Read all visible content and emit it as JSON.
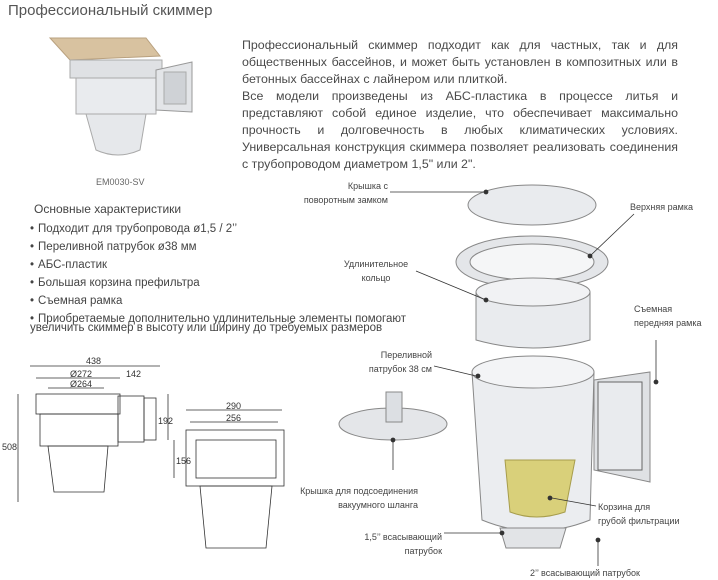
{
  "header": {
    "title": "Профессиональный скиммер"
  },
  "description": {
    "p1": "Профессиональный скиммер подходит как для частных, так и для общественных бассейнов, и может быть установлен в композитных или в бетонных бассейнах с лайнером или плиткой.",
    "p2": "Все модели произведены из АБС-пластика в процессе литья и представляют собой единое изделие, что обеспечивает максимально прочность и долговечность в любых климатических условиях. Универсальная конструкция скиммера позволяет реализовать соединения с трубопроводом диаметром 1,5\" или 2\"."
  },
  "product": {
    "code": "EM0030-SV"
  },
  "features": {
    "title": "Основные характеристики",
    "items": [
      "Подходит для трубопровода ø1,5 / 2’’",
      "Переливной патрубок ø38 мм",
      "АБС-пластик",
      "Большая корзина префильтра",
      "Съемная рамка",
      "Приобретаемые дополнительно удлинительные элементы помогают"
    ],
    "continuation": "увеличить скиммер в высоту или ширину до требуемых размеров"
  },
  "drawing_side": {
    "d438": "438",
    "d272": "Ø272",
    "d142": "142",
    "d264": "Ø264",
    "d192": "192",
    "d508": "508"
  },
  "drawing_front": {
    "d290": "290",
    "d256": "256",
    "d156": "156"
  },
  "callouts": {
    "lid": [
      "Крышка с",
      "поворотным замком"
    ],
    "top_frame": "Верхняя рамка",
    "extension": [
      "Удлинительное",
      "кольцо"
    ],
    "front_frame": [
      "Съемная",
      "передняя рамка"
    ],
    "overflow": [
      "Переливной",
      "патрубок 38 см"
    ],
    "vacuum": [
      "Крышка для подсоединения",
      "вакуумного шланга"
    ],
    "basket": [
      "Корзина для",
      "грубой фильтрации"
    ],
    "suction15": [
      "1,5’’ всасывающий",
      "патрубок"
    ],
    "suction2": "2’’ всасывающий патрубок"
  },
  "colors": {
    "basket": "#d9d07a",
    "lid_top": "#d8c2a0",
    "plastic": "#e9ebee",
    "line": "#555555"
  }
}
